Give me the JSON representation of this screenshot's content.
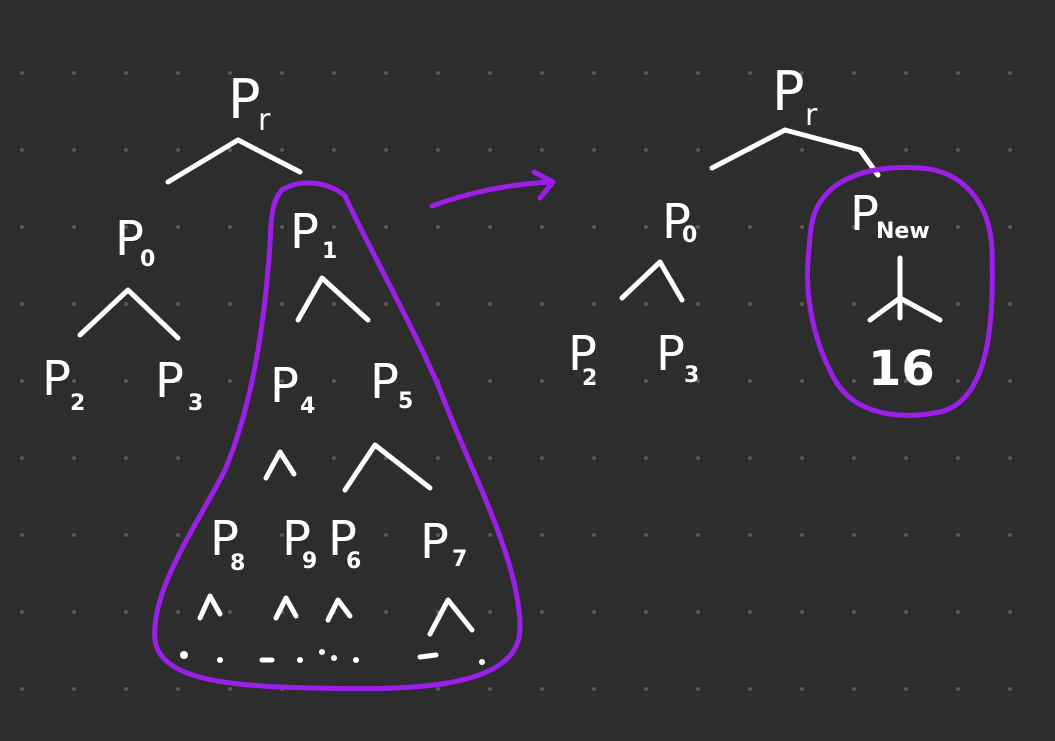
{
  "colors": {
    "background": "#2d2d2d",
    "dots": "#5a5a5a",
    "ink": "#ffffff",
    "highlight": "#9b1fe8"
  },
  "left_tree": {
    "root": {
      "base": "P",
      "sub": "r"
    },
    "nodes": [
      {
        "base": "P",
        "sub": "0"
      },
      {
        "base": "P",
        "sub": "1"
      },
      {
        "base": "P",
        "sub": "2"
      },
      {
        "base": "P",
        "sub": "3"
      },
      {
        "base": "P",
        "sub": "4"
      },
      {
        "base": "P",
        "sub": "5"
      },
      {
        "base": "P",
        "sub": "8"
      },
      {
        "base": "P",
        "sub": "9"
      },
      {
        "base": "P",
        "sub": "6"
      },
      {
        "base": "P",
        "sub": "7"
      }
    ]
  },
  "right_tree": {
    "root": {
      "base": "P",
      "sub": "r"
    },
    "nodes": [
      {
        "base": "P",
        "sub": "0"
      },
      {
        "base": "P",
        "sub": "2"
      },
      {
        "base": "P",
        "sub": "3"
      },
      {
        "base": "P",
        "sub": "New"
      }
    ],
    "child_count": "16"
  }
}
